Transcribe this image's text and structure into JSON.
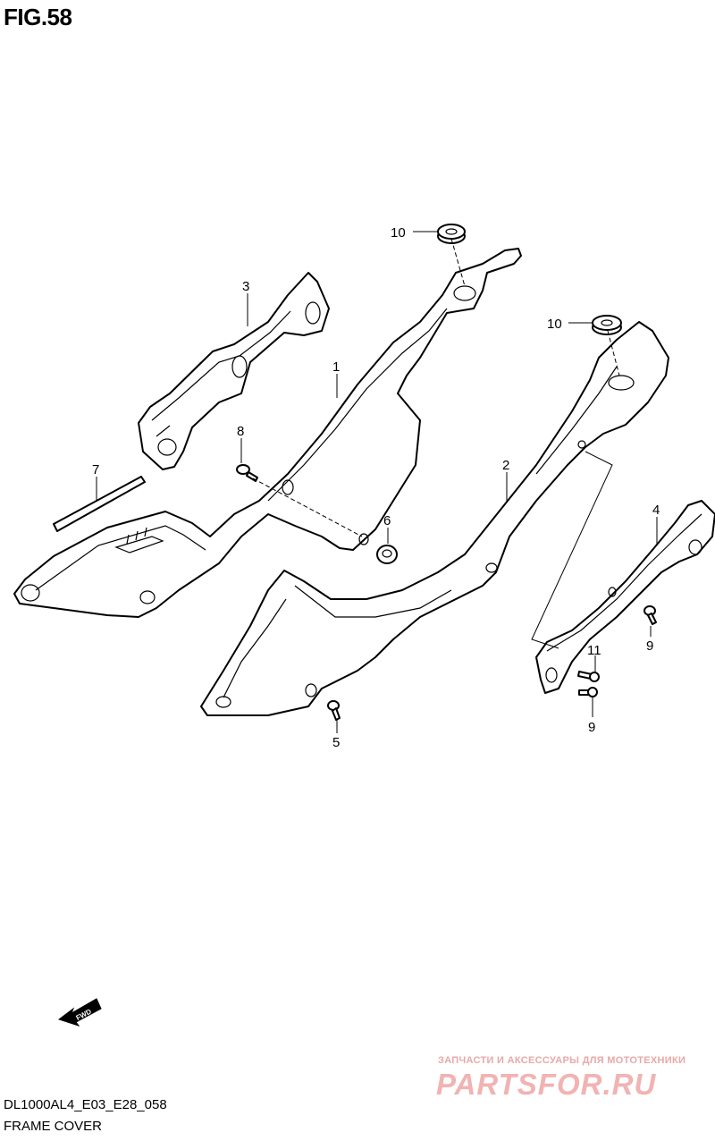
{
  "figure": {
    "title": "FIG.58",
    "model_code": "DL1000AL4_E03_E28_058",
    "caption": "FRAME COVER"
  },
  "direction_marker": {
    "label": "FWD",
    "icon": "fwd-arrow-icon"
  },
  "callouts": [
    {
      "id": "10a",
      "label": "10"
    },
    {
      "id": "10b",
      "label": "10"
    },
    {
      "id": "3",
      "label": "3"
    },
    {
      "id": "1",
      "label": "1"
    },
    {
      "id": "8",
      "label": "8"
    },
    {
      "id": "7",
      "label": "7"
    },
    {
      "id": "6",
      "label": "6"
    },
    {
      "id": "2",
      "label": "2"
    },
    {
      "id": "4",
      "label": "4"
    },
    {
      "id": "9a",
      "label": "9"
    },
    {
      "id": "11",
      "label": "11"
    },
    {
      "id": "9b",
      "label": "9"
    },
    {
      "id": "5",
      "label": "5"
    }
  ],
  "watermark": {
    "tagline": "ЗАПЧАСТИ И АКСЕССУАРЫ ДЛЯ МОТОТЕХНИКИ",
    "brand": "PARTSFOR.RU",
    "color": "#f1b3b3"
  }
}
